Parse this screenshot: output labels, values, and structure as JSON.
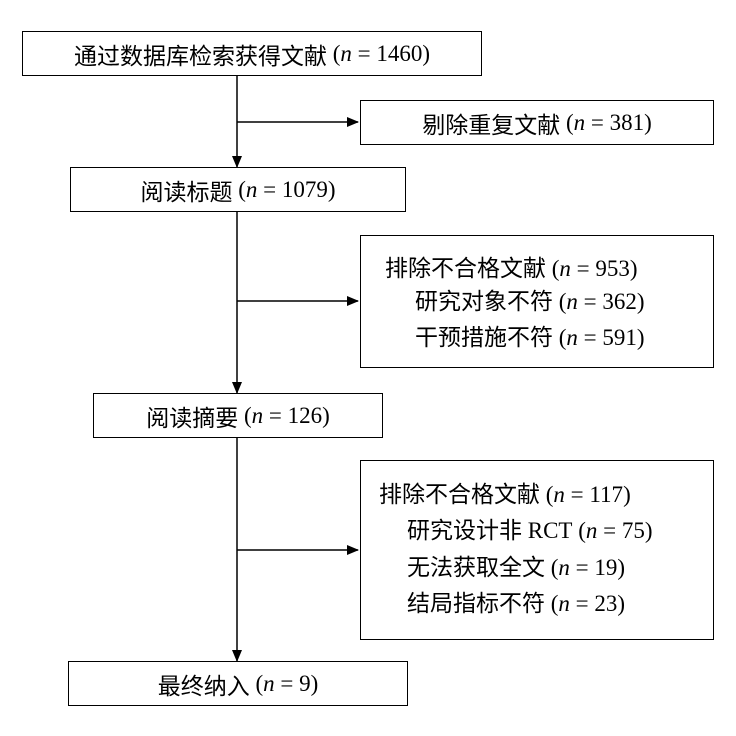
{
  "boxes": {
    "retrieved": {
      "label": "通过数据库检索获得文献",
      "n_var": "n",
      "n_value": "1460"
    },
    "duplicates": {
      "label": "剔除重复文献",
      "n_var": "n",
      "n_value": "381"
    },
    "titles": {
      "label": "阅读标题",
      "n_var": "n",
      "n_value": "1079"
    },
    "exclusion1": {
      "label": "排除不合格文献",
      "n_var": "n",
      "n_value": "953",
      "reasons": [
        {
          "label": "研究对象不符",
          "n_var": "n",
          "n_value": "362"
        },
        {
          "label": "干预措施不符",
          "n_var": "n",
          "n_value": "591"
        }
      ]
    },
    "abstracts": {
      "label": "阅读摘要",
      "n_var": "n",
      "n_value": "126"
    },
    "exclusion2": {
      "label": "排除不合格文献",
      "n_var": "n",
      "n_value": "117",
      "reasons": [
        {
          "label": "研究设计非 RCT",
          "n_var": "n",
          "n_value": "75"
        },
        {
          "label": "无法获取全文",
          "n_var": "n",
          "n_value": "19"
        },
        {
          "label": "结局指标不符",
          "n_var": "n",
          "n_value": "23"
        }
      ]
    },
    "included": {
      "label": "最终纳入",
      "n_var": "n",
      "n_value": "9"
    }
  }
}
